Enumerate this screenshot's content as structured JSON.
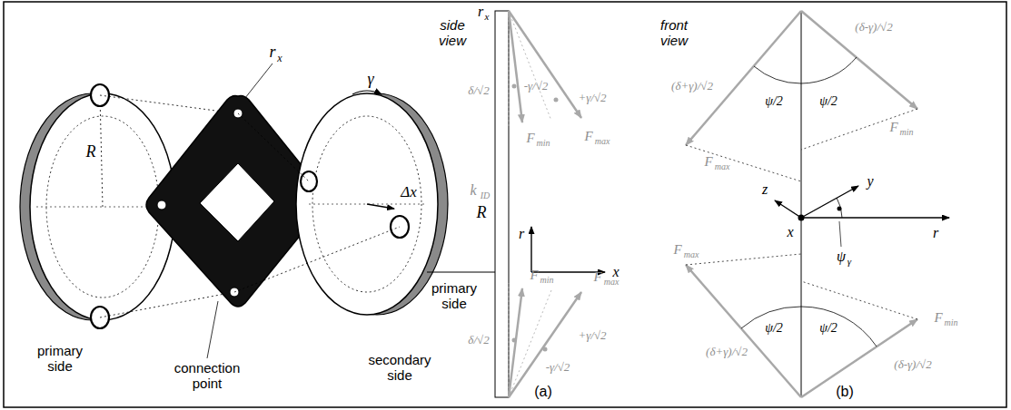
{
  "diagram": {
    "labels": [
      "r",
      "x",
      "R",
      "γ",
      "Δx",
      "primary side",
      "connection point",
      "secondary side",
      "side view",
      "r",
      "x",
      "δ/√2",
      "-γ/√2",
      "+γ/√2",
      "R",
      "k",
      "ID",
      "r",
      "x",
      "F",
      "min",
      "F",
      "max",
      "primary side",
      "F",
      "min",
      "F",
      "max",
      "δ/√2",
      "+γ/√2",
      "-γ/√2",
      "(a)",
      "front view",
      "(δ+γ)/√2",
      "(δ-γ)/√2",
      "ψ/2",
      "ψ/2",
      "F",
      "max",
      "F",
      "min",
      "z",
      "y",
      "x",
      "r",
      "ψ",
      "γ",
      "F",
      "max",
      "ψ/2",
      "ψ/2",
      "(δ+γ)/√2",
      "F",
      "min",
      "(δ-γ)/√2",
      "(b)"
    ]
  }
}
